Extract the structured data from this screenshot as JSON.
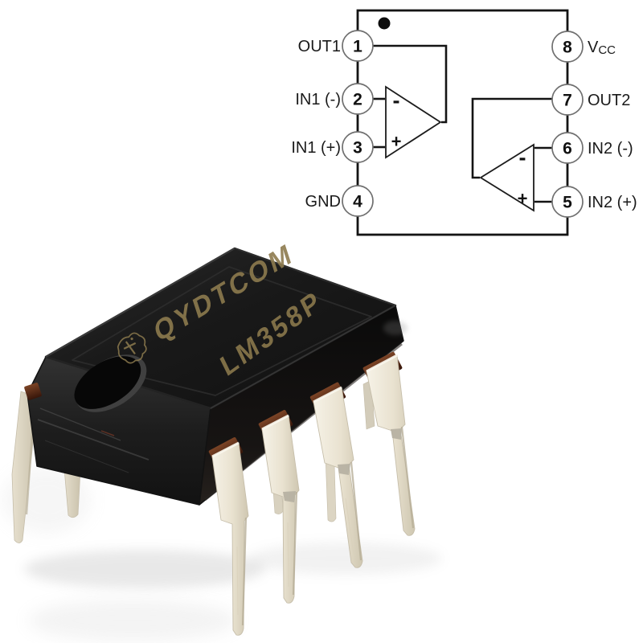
{
  "diagram": {
    "pins_left": [
      {
        "number": "1",
        "label": "OUT1"
      },
      {
        "number": "2",
        "label": "IN1 (-)"
      },
      {
        "number": "3",
        "label": "IN1 (+)"
      },
      {
        "number": "4",
        "label": "GND"
      }
    ],
    "pins_right": [
      {
        "number": "8",
        "label": "V",
        "label_sub": "CC"
      },
      {
        "number": "7",
        "label": "OUT2"
      },
      {
        "number": "6",
        "label": "IN2 (-)"
      },
      {
        "number": "5",
        "label": "IN2 (+)"
      }
    ],
    "opamp1": {
      "minus": "-",
      "plus": "+"
    },
    "opamp2": {
      "minus": "-",
      "plus": "+"
    }
  },
  "chip": {
    "marking_line1": "QYDTCOM",
    "marking_line2": "LM358P",
    "logo_icon": "texas-instruments-logo"
  },
  "colors": {
    "diagram_line": "#141414",
    "marking_gold": "#8d7b4e",
    "body_black": "#161616",
    "leg_cream": "#ece5d3",
    "pad_brown": "#5c2c18"
  }
}
